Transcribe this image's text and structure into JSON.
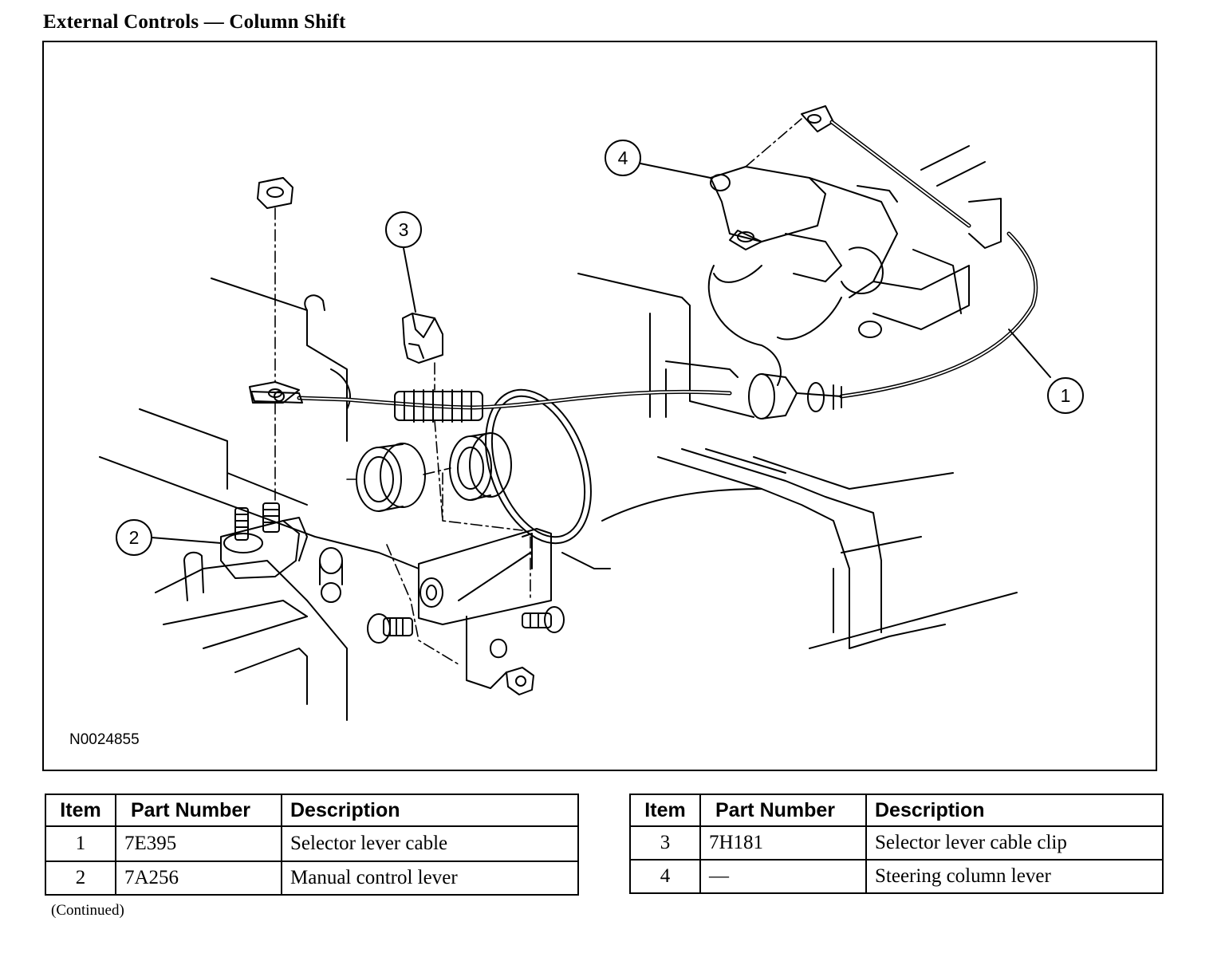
{
  "title": "External Controls — Column Shift",
  "figure": {
    "figure_id": "N0024855",
    "callouts": [
      "1",
      "2",
      "3",
      "4"
    ]
  },
  "parts_table": {
    "columns": [
      "Item",
      "Part Number",
      "Description"
    ],
    "left_rows": [
      {
        "item": "1",
        "part_number": "7E395",
        "description": "Selector lever cable"
      },
      {
        "item": "2",
        "part_number": "7A256",
        "description": "Manual control lever"
      }
    ],
    "right_rows": [
      {
        "item": "3",
        "part_number": "7H181",
        "description": "Selector lever cable clip"
      },
      {
        "item": "4",
        "part_number": "—",
        "description": "Steering column lever"
      }
    ]
  },
  "footer_note": "(Continued)"
}
